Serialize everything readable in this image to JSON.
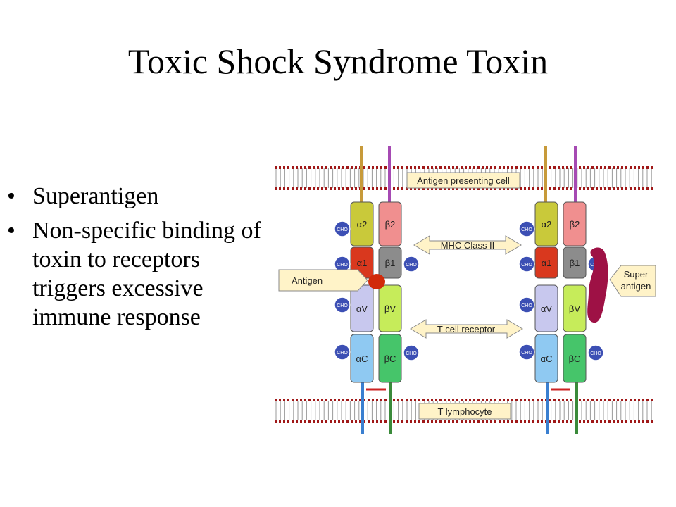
{
  "slide": {
    "title": "Toxic Shock Syndrome Toxin",
    "bullets": [
      {
        "marker": "•",
        "text": "Superantigen"
      },
      {
        "marker": "•",
        "text": "Non-specific binding of toxin to receptors triggers excessive immune response"
      }
    ]
  },
  "diagram": {
    "labels": {
      "apc": "Antigen presenting cell",
      "mhc": "MHC Class II",
      "tcr": "T cell receptor",
      "tlymph": "T lymphocyte",
      "antigen": "Antigen",
      "super_line1": "Super",
      "super_line2": "antigen"
    },
    "domains": {
      "a2": "α2",
      "b2": "β2",
      "a1": "α1",
      "b1": "β1",
      "av": "αV",
      "bv": "βV",
      "ac": "αC",
      "bc": "βC"
    },
    "cho": "CHO",
    "colors": {
      "a2": "#c9c93a",
      "b2": "#f08f8f",
      "a1": "#d9381e",
      "b1": "#8c8c8c",
      "av": "#c8c8ee",
      "bv": "#c6ec5a",
      "ac": "#8fc9f2",
      "bc": "#46c56a",
      "cho": "#3c4fb4",
      "membrane": "#a01818",
      "label_box": "#fff3c8",
      "antigen": "#d12a0a",
      "superantigen": "#9e1145"
    }
  }
}
